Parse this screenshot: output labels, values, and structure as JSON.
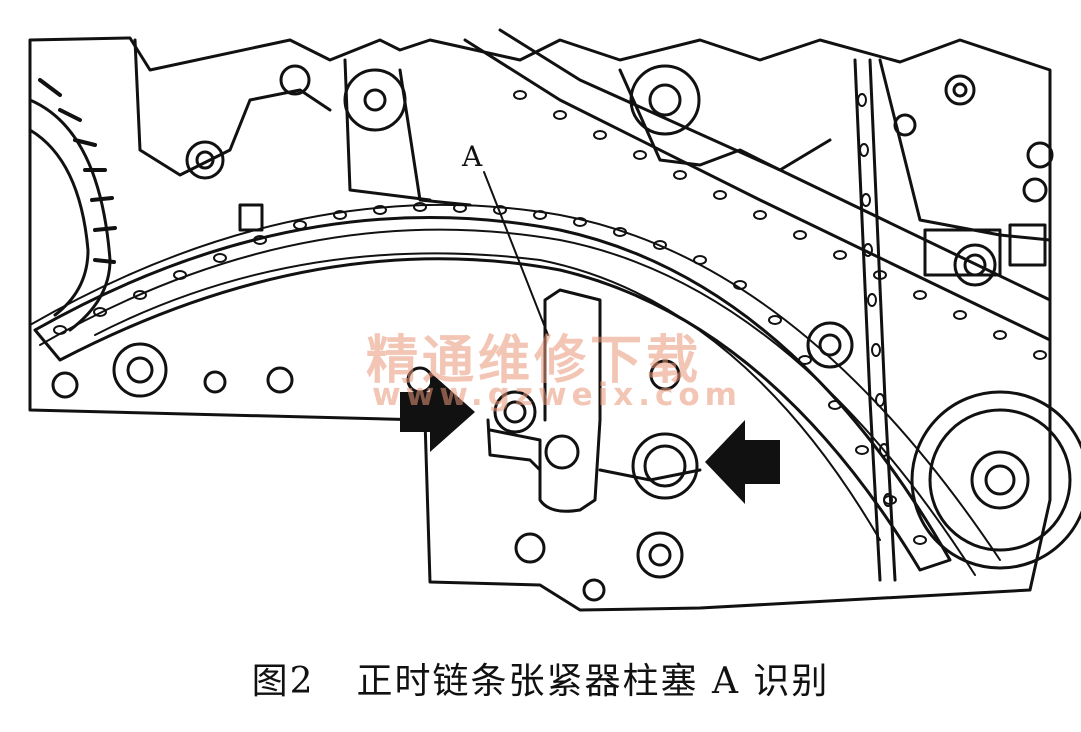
{
  "figure": {
    "callout_label": "A",
    "caption_number": "图2",
    "caption_text": "正时链条张紧器柱塞 A 识别"
  },
  "watermark": {
    "line1": "精通维修下载",
    "line2": "www.gzweix.com"
  },
  "icons": [
    "arrow-right-icon",
    "arrow-left-icon"
  ]
}
